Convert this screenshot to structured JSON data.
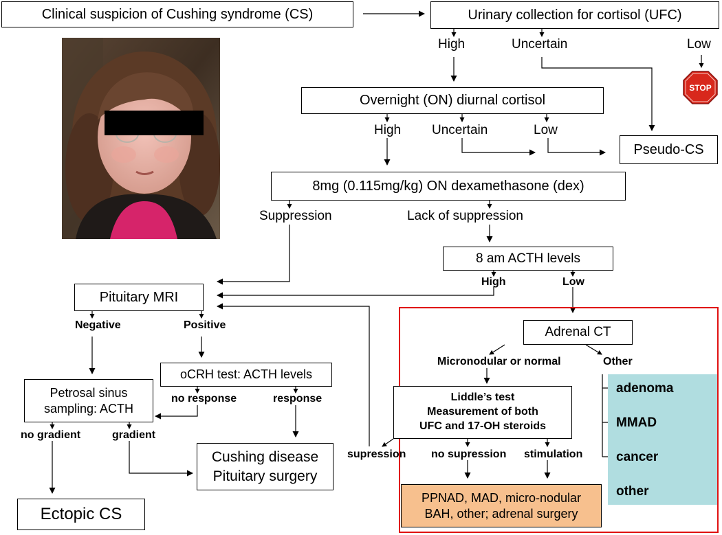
{
  "boxes": {
    "clinical": "Clinical suspicion of Cushing syndrome (CS)",
    "ufc": "Urinary collection for cortisol (UFC)",
    "overnight": "Overnight (ON) diurnal cortisol",
    "pseudo": "Pseudo-CS",
    "dex": "8mg (0.115mg/kg) ON dexamethasone (dex)",
    "acth": "8 am ACTH levels",
    "mri": "Pituitary MRI",
    "ocrh": "oCRH test: ACTH levels",
    "petrosal_1": "Petrosal sinus",
    "petrosal_2": "sampling: ACTH",
    "cushing_1": "Cushing disease",
    "cushing_2": "Pituitary surgery",
    "ectopic": "Ectopic CS",
    "adrenal_ct": "Adrenal CT",
    "liddle_1": "Liddle’s test",
    "liddle_2": "Measurement of both",
    "liddle_3": "UFC and 17-OH steroids",
    "ppnad_1": "PPNAD, MAD, micro-nodular",
    "ppnad_2": "BAH, other; adrenal surgery"
  },
  "labels": {
    "ufc_high": "High",
    "ufc_uncertain": "Uncertain",
    "ufc_low": "Low",
    "on_high": "High",
    "on_uncertain": "Uncertain",
    "on_low": "Low",
    "suppression": "Suppression",
    "lack_suppression": "Lack of suppression",
    "acth_high": "High",
    "acth_low": "Low",
    "negative": "Negative",
    "positive": "Positive",
    "no_response": "no response",
    "response": "response",
    "no_gradient": "no gradient",
    "gradient": "gradient",
    "micronodular": "Micronodular or normal",
    "other": "Other",
    "supression": "supression",
    "no_supression": "no supression",
    "stimulation": "stimulation"
  },
  "adrenal_other": [
    "adenoma",
    "MMAD",
    "cancer",
    "other"
  ],
  "stop_sign": {
    "icon": "stop-sign-icon",
    "text": "STOP"
  },
  "colors": {
    "red_frame": "#e01010",
    "teal": "#b0dde0",
    "orange": "#f7c08e",
    "stop": "#d8281c"
  }
}
